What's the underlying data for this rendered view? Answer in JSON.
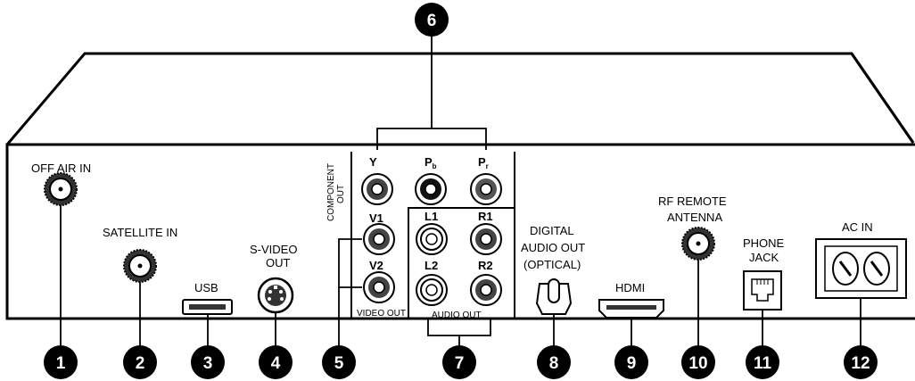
{
  "labels": {
    "off_air_in": "OFF AIR IN",
    "satellite_in": "SATELLITE IN",
    "usb": "USB",
    "svideo_line1": "S-VIDEO",
    "svideo_line2": "OUT",
    "component_line1": "COMPONENT",
    "component_line2": "OUT",
    "y": "Y",
    "pb_main": "P",
    "pb_sub": "b",
    "pr_main": "P",
    "pr_sub": "r",
    "v1": "V1",
    "v2": "V2",
    "l1": "L1",
    "r1": "R1",
    "l2": "L2",
    "r2": "R2",
    "video_out": "VIDEO OUT",
    "audio_out": "AUDIO OUT",
    "digital_line1": "DIGITAL",
    "digital_line2": "AUDIO OUT",
    "digital_line3": "(OPTICAL)",
    "hdmi": "HDMI",
    "rf_line1": "RF REMOTE",
    "rf_line2": "ANTENNA",
    "phone_line1": "PHONE",
    "phone_line2": "JACK",
    "ac_in": "AC IN"
  },
  "callouts": [
    "1",
    "2",
    "3",
    "4",
    "5",
    "6",
    "7",
    "8",
    "9",
    "10",
    "11",
    "12"
  ]
}
